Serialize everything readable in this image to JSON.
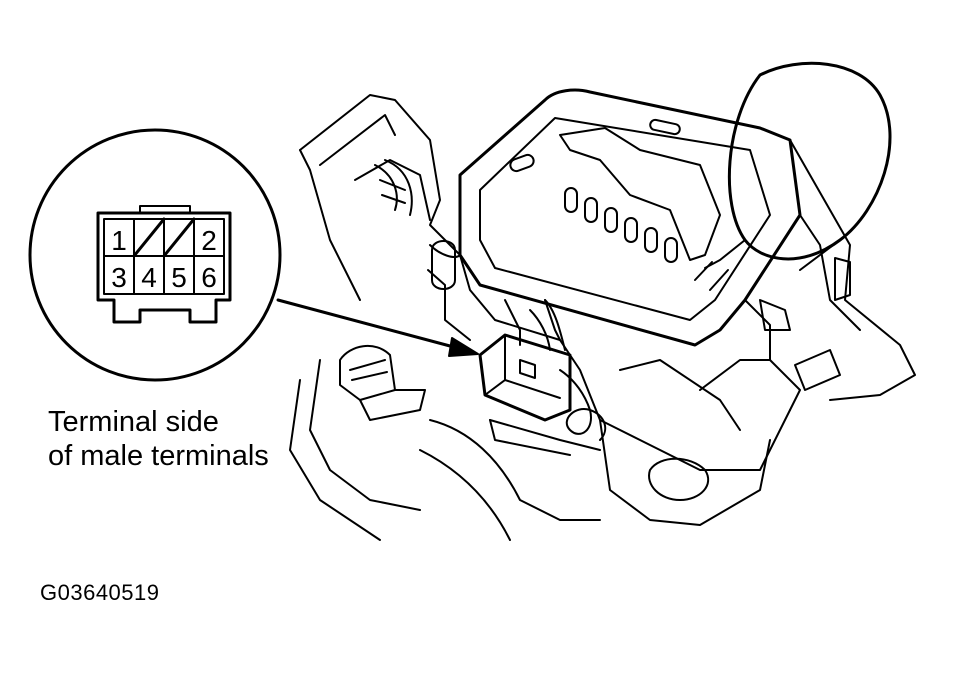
{
  "connector": {
    "pins": [
      "1",
      "2",
      "3",
      "4",
      "5",
      "6"
    ]
  },
  "caption": {
    "line1": "Terminal side",
    "line2": "of male terminals"
  },
  "figure_id": "G03640519",
  "colors": {
    "ink": "#000000",
    "paper": "#ffffff"
  }
}
